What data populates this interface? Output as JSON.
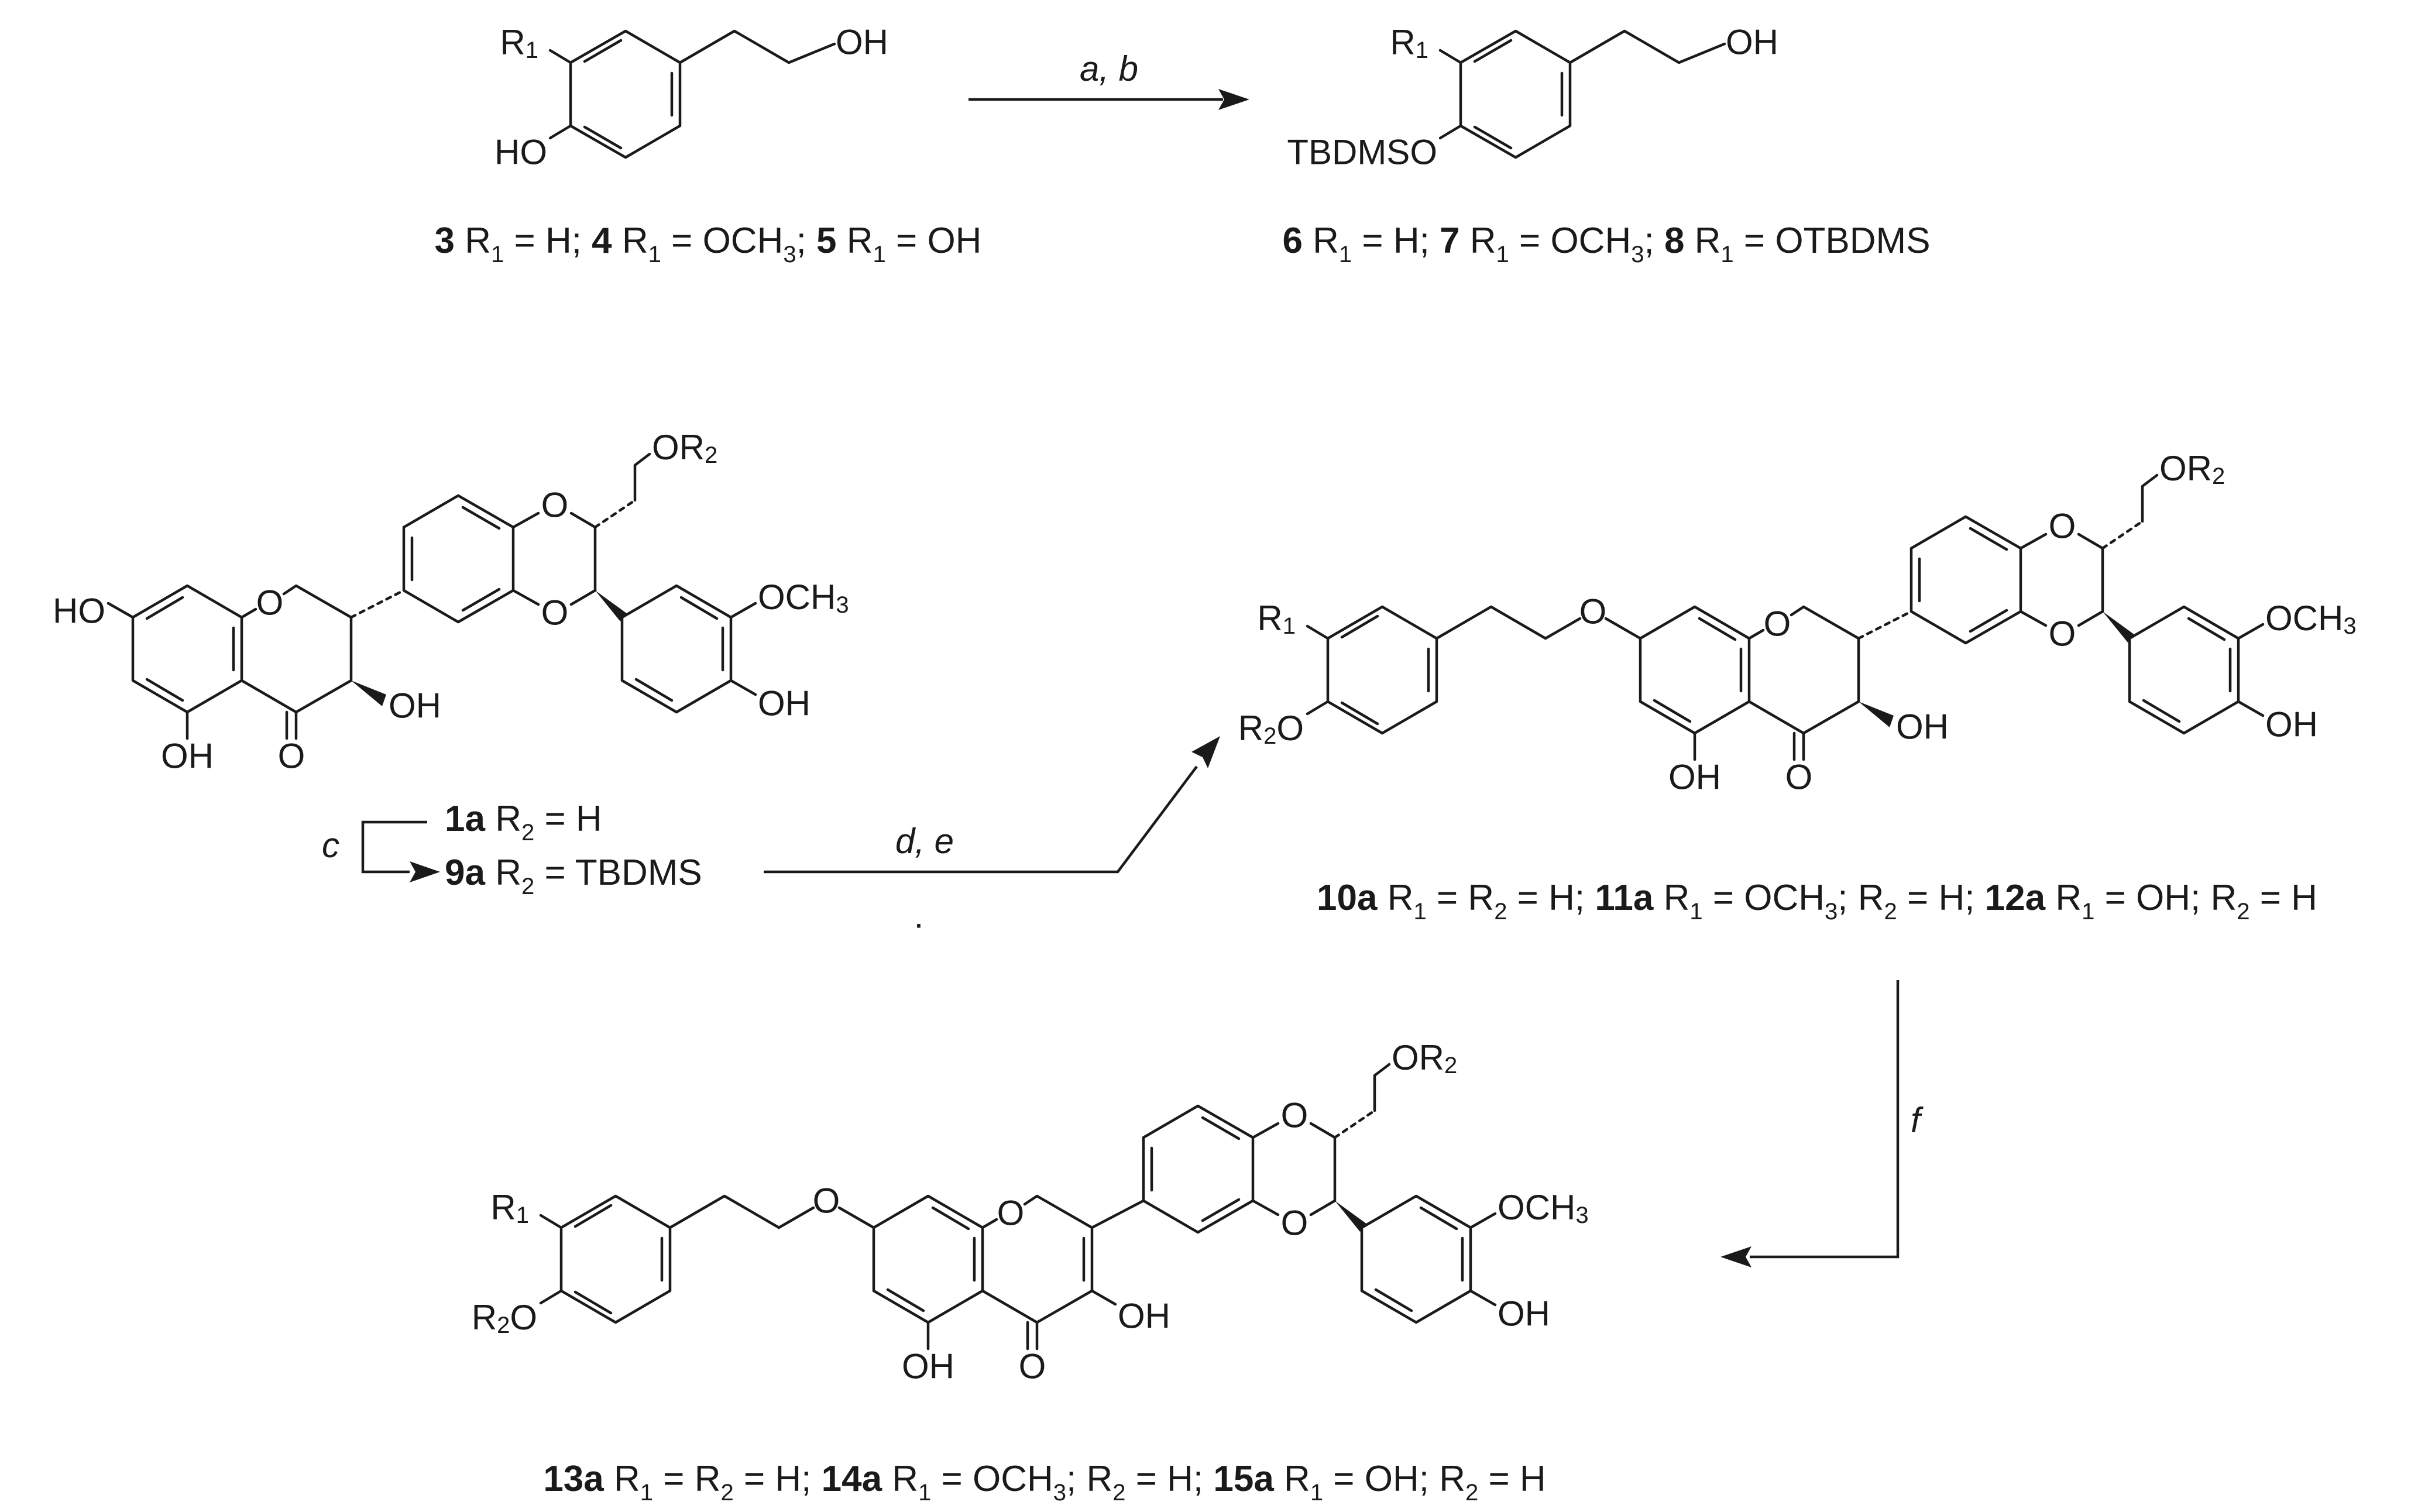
{
  "reagents": {
    "ab": "a, b",
    "c": "c",
    "de": "d, e",
    "f": "f"
  },
  "atoms": {
    "R": "R",
    "sub1": "1",
    "sub2": "2",
    "sub3": "3",
    "OH": "OH",
    "HO": "HO",
    "O": "O",
    "OR": "OR",
    "TBDMSO": "TBDMSO",
    "OCH": "OCH",
    "RO": "R",
    "O_tail": "O"
  },
  "captions": {
    "row1_left": [
      {
        "b": "3",
        "t": " R"
      },
      {
        "s": "1"
      },
      {
        "t": " = H; "
      },
      {
        "b": "4",
        "t": " R"
      },
      {
        "s": "1"
      },
      {
        "t": " = OCH"
      },
      {
        "s": "3"
      },
      {
        "t": "; "
      },
      {
        "b": "5",
        "t": " R"
      },
      {
        "s": "1"
      },
      {
        "t": " = OH"
      }
    ],
    "row1_right": [
      {
        "b": "6",
        "t": " R"
      },
      {
        "s": "1"
      },
      {
        "t": " = H; "
      },
      {
        "b": "7",
        "t": " R"
      },
      {
        "s": "1"
      },
      {
        "t": " = OCH"
      },
      {
        "s": "3"
      },
      {
        "t": "; "
      },
      {
        "b": "8",
        "t": " R"
      },
      {
        "s": "1"
      },
      {
        "t": " = OTBDMS"
      }
    ],
    "c1a": [
      {
        "b": "1a",
        "t": "  R"
      },
      {
        "s": "2"
      },
      {
        "t": " = H"
      }
    ],
    "c9a": [
      {
        "b": "9a",
        "t": "  R"
      },
      {
        "s": "2"
      },
      {
        "t": " = TBDMS"
      }
    ],
    "row2_right": [
      {
        "b": "10a",
        "t": " R"
      },
      {
        "s": "1"
      },
      {
        "t": " = R"
      },
      {
        "s": "2"
      },
      {
        "t": " = H; "
      },
      {
        "b": "11a",
        "t": " R"
      },
      {
        "s": "1"
      },
      {
        "t": " = OCH"
      },
      {
        "s": "3"
      },
      {
        "t": "; R"
      },
      {
        "s": "2"
      },
      {
        "t": " = H; "
      },
      {
        "b": "12a",
        "t": " R"
      },
      {
        "s": "1"
      },
      {
        "t": " = OH; R"
      },
      {
        "s": "2"
      },
      {
        "t": " = H"
      }
    ],
    "row3": [
      {
        "b": "13a",
        "t": " R"
      },
      {
        "s": "1"
      },
      {
        "t": " = R"
      },
      {
        "s": "2"
      },
      {
        "t": " = H; "
      },
      {
        "b": "14a",
        "t": " R"
      },
      {
        "s": "1"
      },
      {
        "t": " = OCH"
      },
      {
        "s": "3"
      },
      {
        "t": "; R"
      },
      {
        "s": "2"
      },
      {
        "t": " = H; "
      },
      {
        "b": "15a",
        "t": " R"
      },
      {
        "s": "1"
      },
      {
        "t": " = OH; R"
      },
      {
        "s": "2"
      },
      {
        "t": " = H"
      }
    ]
  },
  "dot": "."
}
